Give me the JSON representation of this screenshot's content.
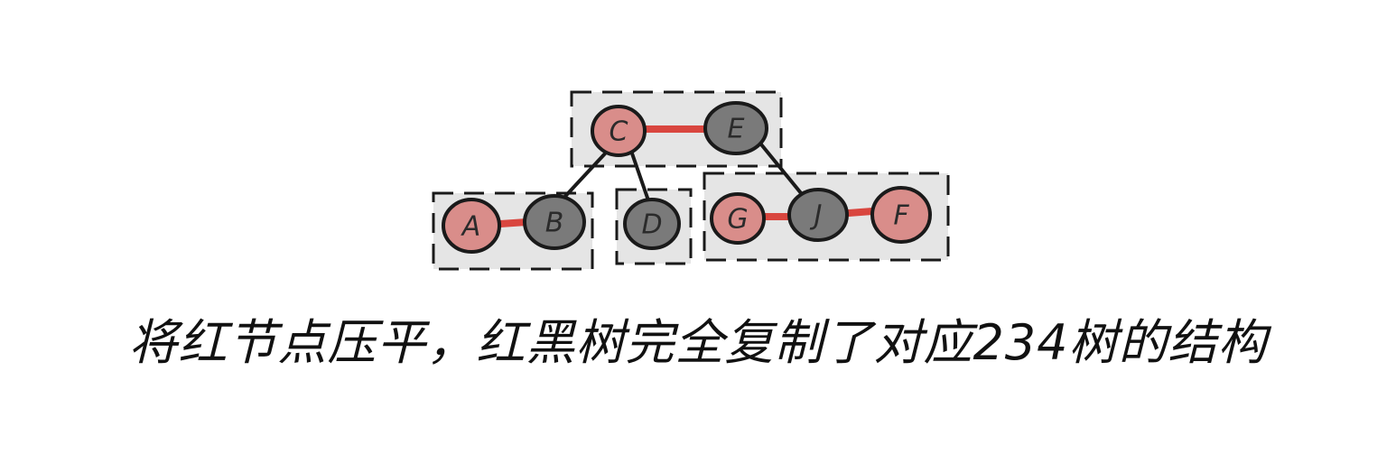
{
  "colors": {
    "red_node": "#d98d8a",
    "black_node": "#7a7a7a",
    "red_link": "#d9463f",
    "edge": "#1a1a1a",
    "group_fill": "#e5e5e5",
    "group_border": "#1a1a1a"
  },
  "nodes": {
    "C": {
      "label": "C",
      "color": "red"
    },
    "E": {
      "label": "E",
      "color": "black"
    },
    "A": {
      "label": "A",
      "color": "red"
    },
    "B": {
      "label": "B",
      "color": "black"
    },
    "D": {
      "label": "D",
      "color": "black"
    },
    "G": {
      "label": "G",
      "color": "red"
    },
    "J": {
      "label": "J",
      "color": "black"
    },
    "F": {
      "label": "F",
      "color": "red"
    }
  },
  "caption": "将红节点压平，红黑树完全复制了对应234树的结构"
}
